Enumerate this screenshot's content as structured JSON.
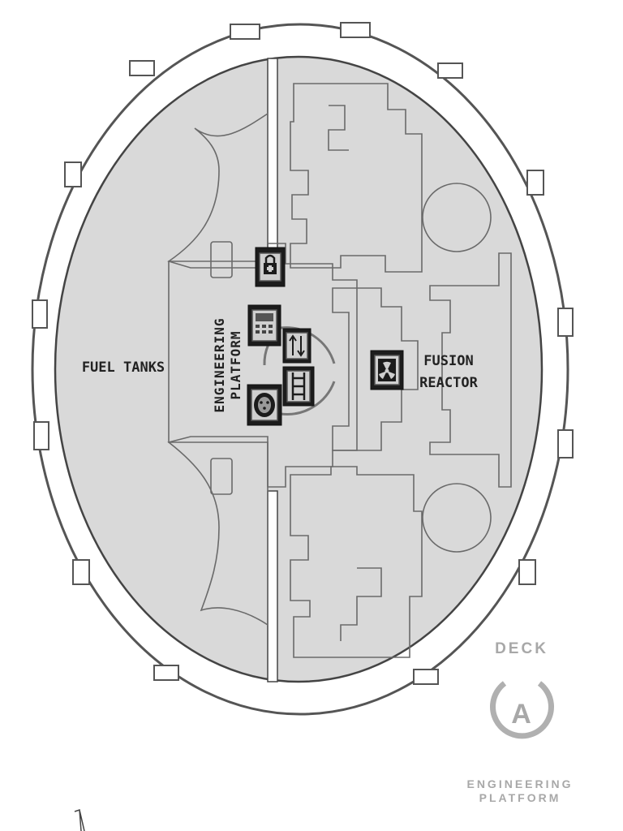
{
  "map": {
    "labels": {
      "fuel_tanks": "FUEL TANKS",
      "engineering_line1": "ENGINEERING",
      "engineering_line2": "PLATFORM",
      "fusion_line1": "FUSION",
      "fusion_line2": "REACTOR"
    },
    "deck_badge": {
      "top_text": "DECK",
      "letter": "A",
      "bottom_line1": "ENGINEERING",
      "bottom_line2": "PLATFORM"
    },
    "icons": [
      {
        "name": "medical-lock-icon"
      },
      {
        "name": "computer-terminal-icon"
      },
      {
        "name": "lift-arrows-icon"
      },
      {
        "name": "ladder-icon"
      },
      {
        "name": "power-node-icon"
      },
      {
        "name": "radiation-icon"
      }
    ],
    "colors": {
      "floor": "#d9d9d9",
      "outline": "#6a6a6a",
      "icon": "#1c1c1c",
      "badge": "#a8a8a8"
    }
  }
}
